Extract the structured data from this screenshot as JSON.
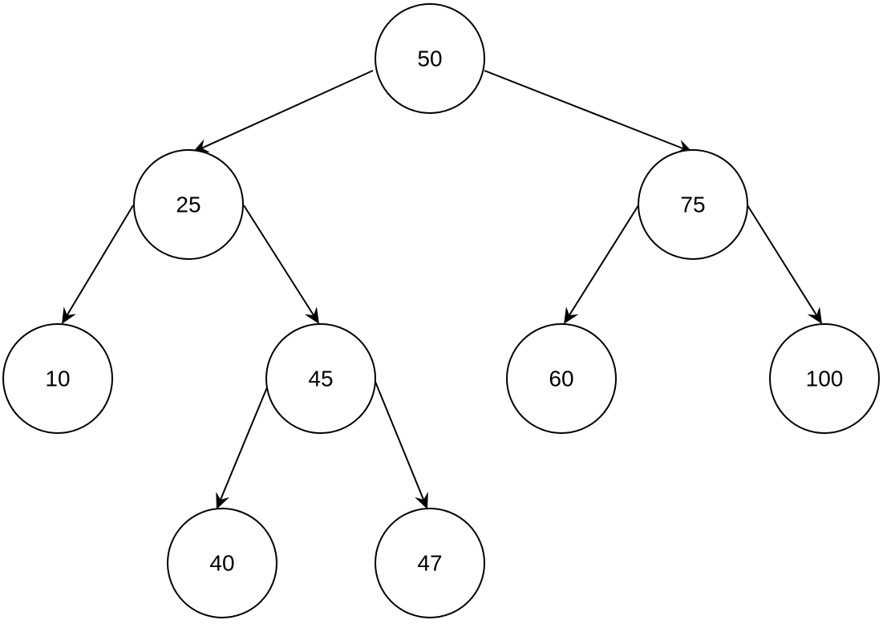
{
  "tree": {
    "nodes": [
      {
        "id": "n50",
        "label": "50"
      },
      {
        "id": "n25",
        "label": "25"
      },
      {
        "id": "n75",
        "label": "75"
      },
      {
        "id": "n10",
        "label": "10"
      },
      {
        "id": "n45",
        "label": "45"
      },
      {
        "id": "n60",
        "label": "60"
      },
      {
        "id": "n100",
        "label": "100"
      },
      {
        "id": "n40",
        "label": "40"
      },
      {
        "id": "n47",
        "label": "47"
      }
    ],
    "edges": [
      {
        "from": "n50",
        "to": "n25"
      },
      {
        "from": "n50",
        "to": "n75"
      },
      {
        "from": "n25",
        "to": "n10"
      },
      {
        "from": "n25",
        "to": "n45"
      },
      {
        "from": "n75",
        "to": "n60"
      },
      {
        "from": "n75",
        "to": "n100"
      },
      {
        "from": "n45",
        "to": "n40"
      },
      {
        "from": "n45",
        "to": "n47"
      }
    ]
  }
}
